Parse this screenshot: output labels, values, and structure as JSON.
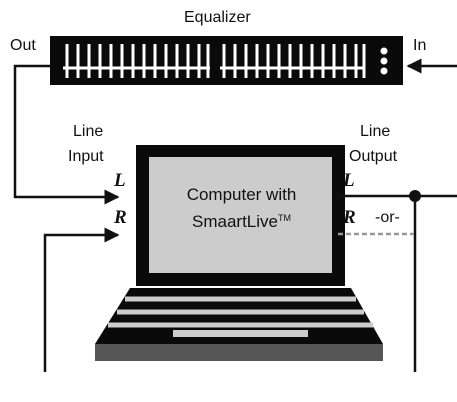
{
  "equalizer": {
    "label": "Equalizer",
    "out_label": "Out",
    "in_label": "In"
  },
  "line_input": {
    "label_line1": "Line",
    "label_line2": "Input",
    "left_channel": "L",
    "right_channel": "R"
  },
  "line_output": {
    "label_line1": "Line",
    "label_line2": "Output",
    "left_channel": "L",
    "right_channel": "R",
    "alternate_label": "-or-"
  },
  "computer": {
    "screen_line1": "Computer with",
    "screen_line2": "SmaartLive",
    "trademark": "TM"
  }
}
